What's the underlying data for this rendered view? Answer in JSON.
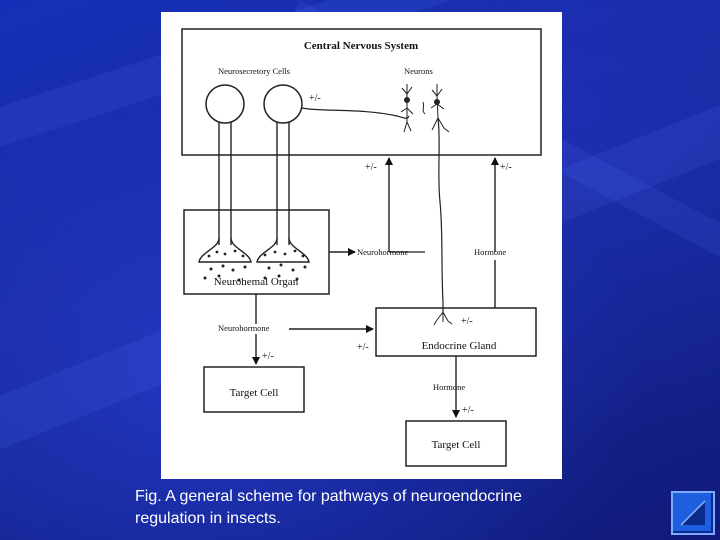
{
  "diagram": {
    "cns_title": "Central Nervous System",
    "neurosecretory_label": "Neurosecretory Cells",
    "neurons_label": "Neurons",
    "neurohemal_label": "Neurohemal Organ",
    "neurohormone_right_label": "Neurohormone",
    "hormone_right_label": "Hormone",
    "neurohormone_down_label": "Neurohormone",
    "endocrine_label": "Endocrine Gland",
    "hormone_down_label": "Hormone",
    "target_cell_left": "Target Cell",
    "target_cell_right": "Target Cell",
    "pm_cell_cns": "+/-",
    "pm_left_up": "+/-",
    "pm_right_up": "+/-",
    "pm_neuron_endocrine": "+/-",
    "pm_to_endocrine": "+/-",
    "pm_to_target_left": "+/-",
    "pm_to_target_right": "+/-"
  },
  "caption": {
    "line1": "Fig. A general scheme for pathways of neuroendocrine",
    "line2": "regulation in insects."
  },
  "nav": {
    "icon": "triangle-icon"
  }
}
